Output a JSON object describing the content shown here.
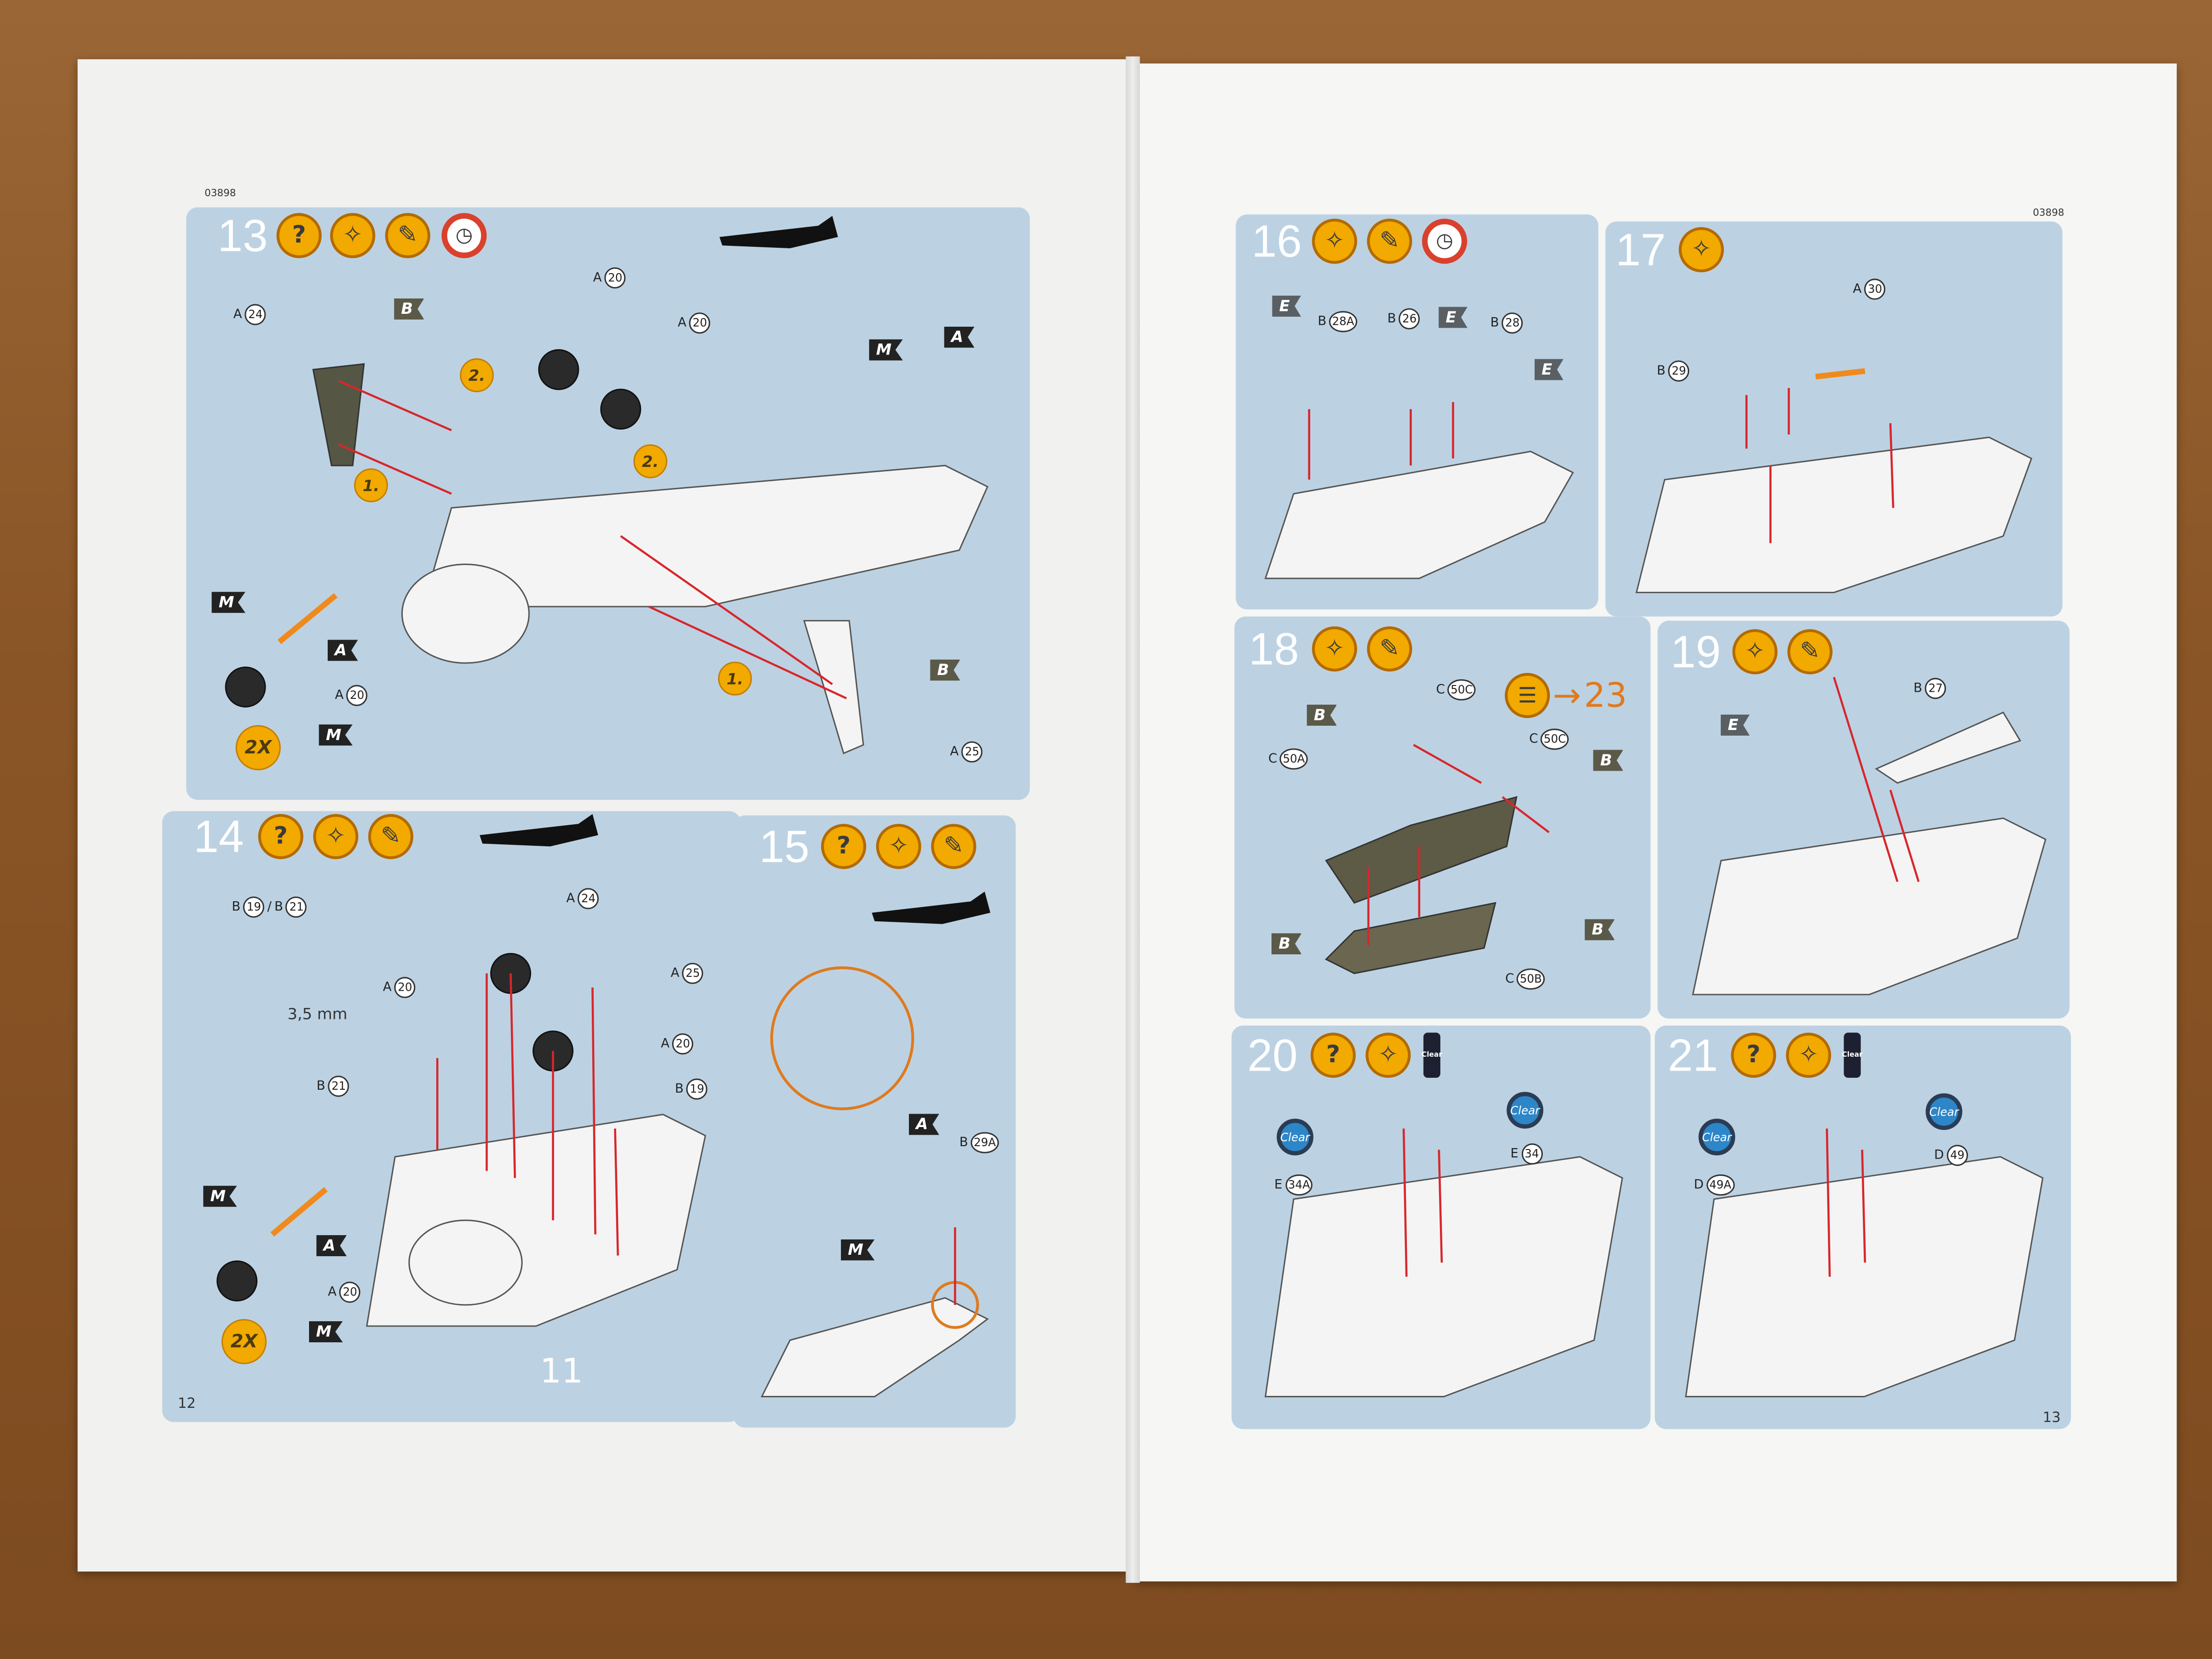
{
  "document": {
    "code_left": "03898",
    "code_right": "03898",
    "page_left": "12",
    "page_right": "13"
  },
  "colors": {
    "panel": "#bcd2e3",
    "icon": "#f2a900",
    "arrow": "#d8262b",
    "orange_arrow": "#f08a1c"
  },
  "steps": [
    {
      "number": "13",
      "icons": [
        "question-icon",
        "glue-icon",
        "paint-icon",
        "clock-icon"
      ],
      "callouts": [
        {
          "type": "part",
          "sheet": "A",
          "num": "24"
        },
        {
          "type": "flag",
          "text": "B"
        },
        {
          "type": "part",
          "sheet": "A",
          "num": "20"
        },
        {
          "type": "part",
          "sheet": "A",
          "num": "20"
        },
        {
          "type": "seq",
          "text": "2."
        },
        {
          "type": "seq",
          "text": "2."
        },
        {
          "type": "seq",
          "text": "1."
        },
        {
          "type": "seq",
          "text": "1."
        },
        {
          "type": "flag",
          "text": "M"
        },
        {
          "type": "flag",
          "text": "A"
        },
        {
          "type": "flag",
          "text": "M"
        },
        {
          "type": "flag",
          "text": "A"
        },
        {
          "type": "part",
          "sheet": "A",
          "num": "20"
        },
        {
          "type": "flag",
          "text": "M"
        },
        {
          "type": "seq",
          "text": "2X"
        },
        {
          "type": "flag",
          "text": "B"
        },
        {
          "type": "part",
          "sheet": "A",
          "num": "25"
        }
      ]
    },
    {
      "number": "14",
      "icons": [
        "question-icon",
        "glue-icon",
        "paint-icon"
      ],
      "callouts": [
        {
          "type": "part",
          "sheet": "B",
          "num": "19",
          "alt_sheet": "B",
          "alt_num": "21"
        },
        {
          "type": "part",
          "sheet": "A",
          "num": "24"
        },
        {
          "type": "part",
          "sheet": "A",
          "num": "20"
        },
        {
          "type": "part",
          "sheet": "A",
          "num": "25"
        },
        {
          "type": "part",
          "sheet": "A",
          "num": "20"
        },
        {
          "type": "part",
          "sheet": "B",
          "num": "21"
        },
        {
          "type": "part",
          "sheet": "B",
          "num": "19"
        },
        {
          "type": "text",
          "text": "3,5 mm"
        },
        {
          "type": "flag",
          "text": "M"
        },
        {
          "type": "flag",
          "text": "A"
        },
        {
          "type": "part",
          "sheet": "A",
          "num": "20"
        },
        {
          "type": "flag",
          "text": "M"
        },
        {
          "type": "seq",
          "text": "2X"
        },
        {
          "type": "big",
          "text": "11"
        }
      ]
    },
    {
      "number": "15",
      "icons": [
        "question-icon",
        "glue-icon",
        "paint-icon"
      ],
      "callouts": [
        {
          "type": "flag",
          "text": "A"
        },
        {
          "type": "part",
          "sheet": "B",
          "num": "29A"
        },
        {
          "type": "flag",
          "text": "M"
        }
      ]
    },
    {
      "number": "16",
      "icons": [
        "glue-icon",
        "paint-icon",
        "clock-icon"
      ],
      "callouts": [
        {
          "type": "flag",
          "text": "E"
        },
        {
          "type": "part",
          "sheet": "B",
          "num": "28A"
        },
        {
          "type": "part",
          "sheet": "B",
          "num": "26"
        },
        {
          "type": "flag",
          "text": "E"
        },
        {
          "type": "part",
          "sheet": "B",
          "num": "28"
        },
        {
          "type": "flag",
          "text": "E"
        }
      ]
    },
    {
      "number": "17",
      "icons": [
        "glue-icon"
      ],
      "callouts": [
        {
          "type": "part",
          "sheet": "A",
          "num": "30"
        },
        {
          "type": "part",
          "sheet": "B",
          "num": "29"
        }
      ]
    },
    {
      "number": "18",
      "icons": [
        "glue-icon",
        "paint-icon"
      ],
      "callouts": [
        {
          "type": "part",
          "sheet": "C",
          "num": "50C"
        },
        {
          "type": "book",
          "text": "23"
        },
        {
          "type": "flag",
          "text": "B"
        },
        {
          "type": "part",
          "sheet": "C",
          "num": "50A"
        },
        {
          "type": "part",
          "sheet": "C",
          "num": "50C"
        },
        {
          "type": "flag",
          "text": "B"
        },
        {
          "type": "flag",
          "text": "B"
        },
        {
          "type": "flag",
          "text": "B"
        },
        {
          "type": "part",
          "sheet": "C",
          "num": "50B"
        }
      ]
    },
    {
      "number": "19",
      "icons": [
        "glue-icon",
        "paint-icon"
      ],
      "callouts": [
        {
          "type": "part",
          "sheet": "B",
          "num": "27"
        },
        {
          "type": "flag",
          "text": "E"
        }
      ]
    },
    {
      "number": "20",
      "icons": [
        "question-icon",
        "glue-icon",
        "clear-paint-bottle-icon"
      ],
      "callouts": [
        {
          "type": "clear",
          "text": "Clear"
        },
        {
          "type": "clear",
          "text": "Clear"
        },
        {
          "type": "part",
          "sheet": "E",
          "num": "34"
        },
        {
          "type": "part",
          "sheet": "E",
          "num": "34A"
        }
      ]
    },
    {
      "number": "21",
      "icons": [
        "question-icon",
        "glue-icon",
        "clear-paint-bottle-icon"
      ],
      "callouts": [
        {
          "type": "clear",
          "text": "Clear"
        },
        {
          "type": "clear",
          "text": "Clear"
        },
        {
          "type": "part",
          "sheet": "D",
          "num": "49"
        },
        {
          "type": "part",
          "sheet": "D",
          "num": "49A"
        }
      ]
    }
  ]
}
